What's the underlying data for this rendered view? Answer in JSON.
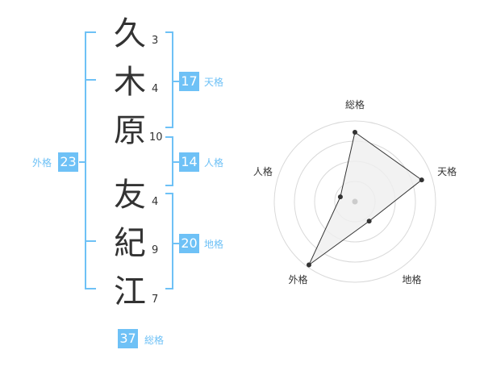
{
  "name_chars": [
    {
      "char": "久",
      "strokes": "3"
    },
    {
      "char": "木",
      "strokes": "4"
    },
    {
      "char": "原",
      "strokes": "10"
    },
    {
      "char": "友",
      "strokes": "4"
    },
    {
      "char": "紀",
      "strokes": "9"
    },
    {
      "char": "江",
      "strokes": "7"
    }
  ],
  "fortunes": {
    "tenkaku": {
      "label": "天格",
      "value": "17"
    },
    "jinkaku": {
      "label": "人格",
      "value": "14"
    },
    "chikaku": {
      "label": "地格",
      "value": "20"
    },
    "gaikaku": {
      "label": "外格",
      "value": "23"
    },
    "soukaku": {
      "label": "総格",
      "value": "37"
    }
  },
  "radar": {
    "axes": [
      "総格",
      "天格",
      "地格",
      "外格",
      "人格"
    ],
    "levels": 4,
    "values": [
      0.86,
      0.87,
      0.3,
      0.97,
      0.19
    ],
    "colors": {
      "grid": "#d9d9d9",
      "fill": "#efefef",
      "line": "#333333",
      "center": "#cccccc"
    }
  },
  "colors": {
    "accent": "#6ec1f6",
    "text": "#333333"
  }
}
